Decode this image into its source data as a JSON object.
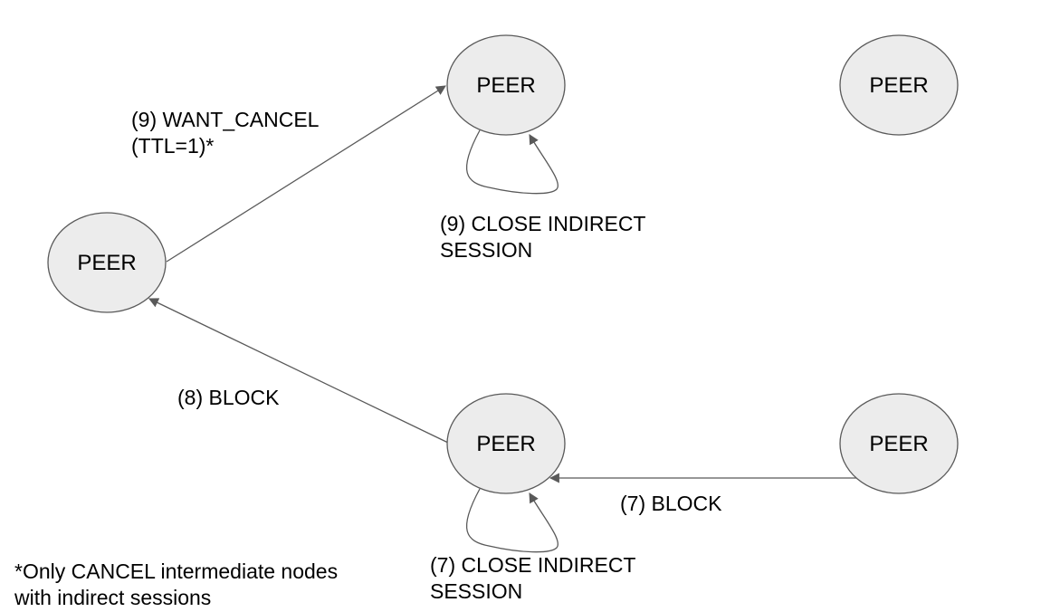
{
  "diagram": {
    "colors": {
      "node_fill": "#ececec",
      "node_stroke": "#595959",
      "edge_stroke": "#595959",
      "text": "#000000"
    },
    "nodes": {
      "top_middle": {
        "label": "PEER"
      },
      "top_right": {
        "label": "PEER"
      },
      "left": {
        "label": "PEER"
      },
      "bottom_middle": {
        "label": "PEER"
      },
      "bottom_right": {
        "label": "PEER"
      }
    },
    "edges": {
      "want_cancel": {
        "from": "left",
        "to": "top_middle",
        "label_line1": "(9) WANT_CANCEL",
        "label_line2": "(TTL=1)*"
      },
      "close_top": {
        "from": "top_middle",
        "to": "top_middle",
        "label_line1": "(9) CLOSE INDIRECT",
        "label_line2": "SESSION"
      },
      "block_8": {
        "from": "bottom_middle",
        "to": "left",
        "label": "(8) BLOCK"
      },
      "block_7": {
        "from": "bottom_right",
        "to": "bottom_middle",
        "label": "(7) BLOCK"
      },
      "close_bottom": {
        "from": "bottom_middle",
        "to": "bottom_middle",
        "label_line1": "(7) CLOSE INDIRECT",
        "label_line2": "SESSION"
      }
    },
    "footnote": {
      "line1": "*Only CANCEL intermediate nodes",
      "line2": "with indirect sessions"
    }
  }
}
